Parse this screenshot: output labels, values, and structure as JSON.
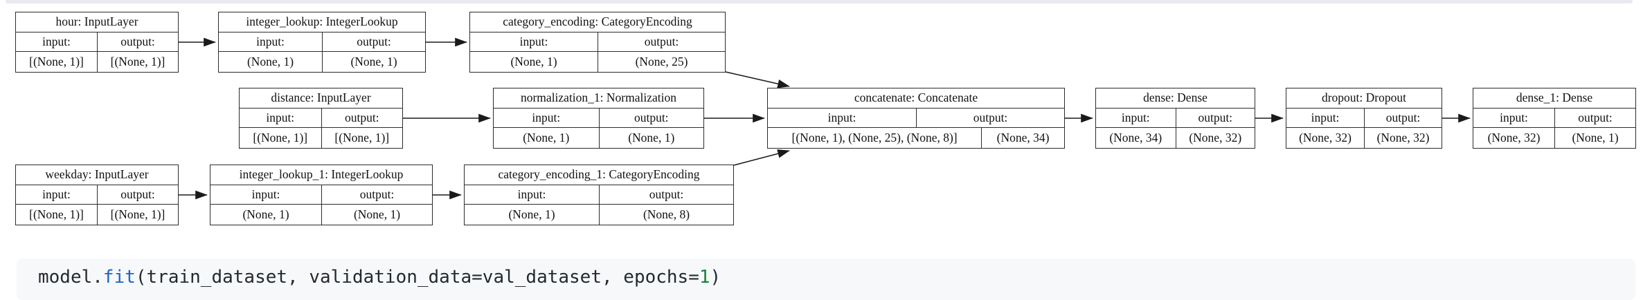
{
  "page": {
    "top_strip_color": "#e9eaef",
    "background": "#ffffff"
  },
  "diagram": {
    "border_color": "#2b2b2b",
    "row_labels": {
      "input": "input:",
      "output": "output:"
    },
    "nodes": [
      {
        "id": "hour",
        "title": "hour: InputLayer",
        "input_label": "input:",
        "output_label": "output:",
        "input_shape": "[(None, 1)]",
        "output_shape": "[(None, 1)]"
      },
      {
        "id": "integer_lookup",
        "title": "integer_lookup: IntegerLookup",
        "input_label": "input:",
        "output_label": "output:",
        "input_shape": "(None, 1)",
        "output_shape": "(None, 1)"
      },
      {
        "id": "category_encoding",
        "title": "category_encoding: CategoryEncoding",
        "input_label": "input:",
        "output_label": "output:",
        "input_shape": "(None, 1)",
        "output_shape": "(None, 25)"
      },
      {
        "id": "distance",
        "title": "distance: InputLayer",
        "input_label": "input:",
        "output_label": "output:",
        "input_shape": "[(None, 1)]",
        "output_shape": "[(None, 1)]"
      },
      {
        "id": "normalization_1",
        "title": "normalization_1: Normalization",
        "input_label": "input:",
        "output_label": "output:",
        "input_shape": "(None, 1)",
        "output_shape": "(None, 1)"
      },
      {
        "id": "concatenate",
        "title": "concatenate: Concatenate",
        "input_label": "input:",
        "output_label": "output:",
        "input_shape": "[(None, 1), (None, 25), (None, 8)]",
        "output_shape": "(None, 34)"
      },
      {
        "id": "dense",
        "title": "dense: Dense",
        "input_label": "input:",
        "output_label": "output:",
        "input_shape": "(None, 34)",
        "output_shape": "(None, 32)"
      },
      {
        "id": "dropout",
        "title": "dropout: Dropout",
        "input_label": "input:",
        "output_label": "output:",
        "input_shape": "(None, 32)",
        "output_shape": "(None, 32)"
      },
      {
        "id": "dense_1",
        "title": "dense_1: Dense",
        "input_label": "input:",
        "output_label": "output:",
        "input_shape": "(None, 32)",
        "output_shape": "(None, 1)"
      },
      {
        "id": "weekday",
        "title": "weekday: InputLayer",
        "input_label": "input:",
        "output_label": "output:",
        "input_shape": "[(None, 1)]",
        "output_shape": "[(None, 1)]"
      },
      {
        "id": "integer_lookup_1",
        "title": "integer_lookup_1: IntegerLookup",
        "input_label": "input:",
        "output_label": "output:",
        "input_shape": "(None, 1)",
        "output_shape": "(None, 1)"
      },
      {
        "id": "category_encoding_1",
        "title": "category_encoding_1: CategoryEncoding",
        "input_label": "input:",
        "output_label": "output:",
        "input_shape": "(None, 1)",
        "output_shape": "(None, 8)"
      }
    ],
    "edges": [
      {
        "from": "hour",
        "to": "integer_lookup"
      },
      {
        "from": "integer_lookup",
        "to": "category_encoding"
      },
      {
        "from": "category_encoding",
        "to": "concatenate"
      },
      {
        "from": "distance",
        "to": "normalization_1"
      },
      {
        "from": "normalization_1",
        "to": "concatenate"
      },
      {
        "from": "weekday",
        "to": "integer_lookup_1"
      },
      {
        "from": "integer_lookup_1",
        "to": "category_encoding_1"
      },
      {
        "from": "category_encoding_1",
        "to": "concatenate"
      },
      {
        "from": "concatenate",
        "to": "dense"
      },
      {
        "from": "dense",
        "to": "dropout"
      },
      {
        "from": "dropout",
        "to": "dense_1"
      }
    ]
  },
  "code": {
    "background": "#f6f8fa",
    "colors": {
      "plain": "#24292e",
      "function": "#1a63c6",
      "number": "#188038"
    },
    "tokens": {
      "t1": "model.",
      "t2": "fit",
      "t3": "(train_dataset, validation_data=val_dataset, epochs=",
      "t4": "1",
      "t5": ")"
    }
  }
}
